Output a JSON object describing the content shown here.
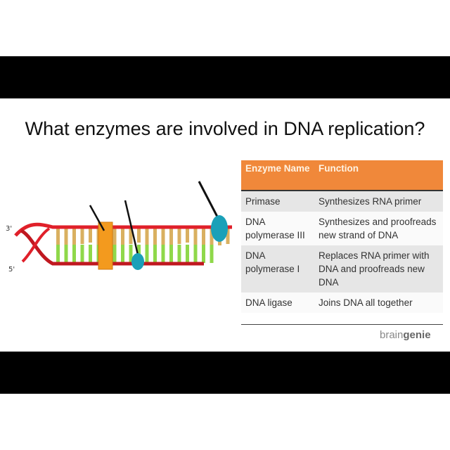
{
  "slide": {
    "title": "What enzymes are involved in DNA replication?",
    "strand_labels": {
      "top": "3'",
      "bottom": "5'"
    },
    "table": {
      "headers": [
        "Enzyme Name",
        "Function"
      ],
      "rows": [
        {
          "enzyme": "Primase",
          "function": "Synthesizes RNA primer"
        },
        {
          "enzyme": "DNA polymerase III",
          "function": "Synthesizes and proofreads new strand of DNA"
        },
        {
          "enzyme": "DNA polymerase I",
          "function": "Replaces RNA primer with DNA and proofreads new DNA"
        },
        {
          "enzyme": "DNA ligase",
          "function": "Joins DNA all together"
        }
      ]
    },
    "logo": {
      "part1": "brain",
      "part2": "genie"
    },
    "colors": {
      "header": "#f0883a",
      "strand": "#e0202a",
      "base_top": "#d9b060",
      "base_bottom": "#8fd84a",
      "enzyme_orange": "#f39a1e",
      "enzyme_cyan": "#1aa0b8"
    }
  }
}
